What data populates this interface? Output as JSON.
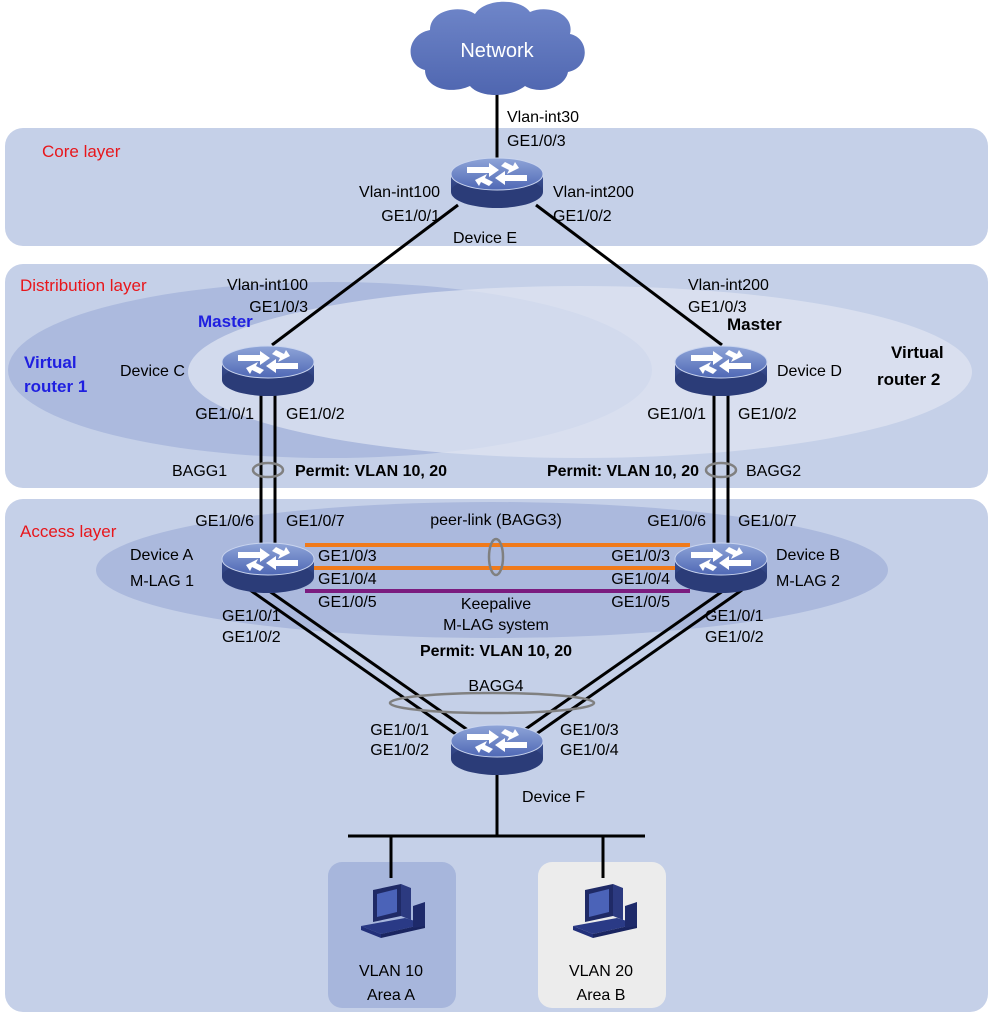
{
  "network": {
    "label": "Network"
  },
  "layers": {
    "core": "Core layer",
    "distribution": "Distribution layer",
    "access": "Access layer"
  },
  "device_e": {
    "name": "Device E",
    "up_vlan": "Vlan-int30",
    "up_port": "GE1/0/3",
    "left_vlan": "Vlan-int100",
    "left_port": "GE1/0/1",
    "right_vlan": "Vlan-int200",
    "right_port": "GE1/0/2"
  },
  "device_c": {
    "name": "Device C",
    "role": "Master",
    "up_vlan": "Vlan-int100",
    "up_port": "GE1/0/3",
    "port1": "GE1/0/1",
    "port2": "GE1/0/2",
    "virtual_router": [
      "Virtual",
      "router 1"
    ]
  },
  "device_d": {
    "name": "Device D",
    "role": "Master",
    "up_vlan": "Vlan-int200",
    "up_port": "GE1/0/3",
    "port1": "GE1/0/1",
    "port2": "GE1/0/2",
    "virtual_router": [
      "Virtual",
      "router 2"
    ]
  },
  "bagg1": {
    "name": "BAGG1",
    "permit": "Permit: VLAN 10, 20"
  },
  "bagg2": {
    "name": "BAGG2",
    "permit": "Permit: VLAN 10, 20"
  },
  "device_a": {
    "name": "Device A",
    "mlag": "M-LAG 1",
    "up_left": "GE1/0/6",
    "up_right": "GE1/0/7",
    "peer1": "GE1/0/3",
    "peer2": "GE1/0/4",
    "keep": "GE1/0/5",
    "down1": "GE1/0/1",
    "down2": "GE1/0/2"
  },
  "device_b": {
    "name": "Device B",
    "mlag": "M-LAG 2",
    "up_left": "GE1/0/6",
    "up_right": "GE1/0/7",
    "peer1": "GE1/0/3",
    "peer2": "GE1/0/4",
    "keep": "GE1/0/5",
    "down1": "GE1/0/1",
    "down2": "GE1/0/2"
  },
  "peer_link": "peer-link (BAGG3)",
  "keepalive": "Keepalive",
  "mlag_system": "M-LAG system",
  "access_permit": "Permit: VLAN 10, 20",
  "bagg4": "BAGG4",
  "device_f": {
    "name": "Device F",
    "left1": "GE1/0/1",
    "left2": "GE1/0/2",
    "right1": "GE1/0/3",
    "right2": "GE1/0/4"
  },
  "area_a": {
    "vlan": "VLAN 10",
    "name": "Area A"
  },
  "area_b": {
    "vlan": "VLAN 20",
    "name": "Area B"
  },
  "colors": {
    "layer_bg": "#c5d0e8",
    "peer_link": "#f07a1a",
    "keepalive": "#7b1c7f",
    "layer_text": "#e8161b",
    "master_c": "#1f1fe0"
  }
}
